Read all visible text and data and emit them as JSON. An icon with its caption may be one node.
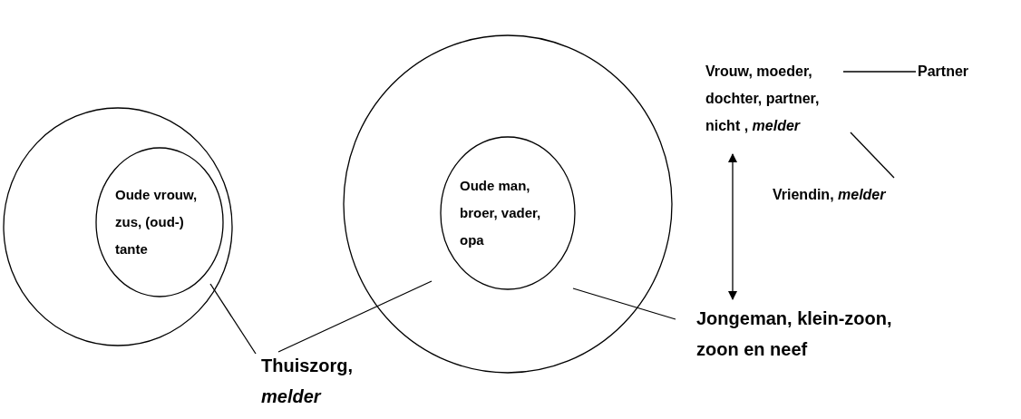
{
  "diagram": {
    "nodes": [
      {
        "text": [],
        "shape": "circle"
      },
      {
        "text": [
          "Oude vrouw, zus, (oud-) tante"
        ],
        "in": 0
      },
      {
        "text": [],
        "shape": "circle"
      },
      {
        "text": [
          "Oude man, broer, vader, opa"
        ],
        "in": 2
      },
      {
        "text": [
          "Vrouw, moeder, dochter, partner, nicht , *melder*"
        ]
      },
      {
        "text": [
          "Partner"
        ]
      },
      {
        "text": [
          "Vriendin, *melder*"
        ]
      },
      {
        "text": [
          "Thuiszorg, *melder*"
        ]
      },
      {
        "text": [
          "Jongeman, klein-zoon, zoon en neef"
        ]
      }
    ],
    "edges": [
      {
        "from": 7,
        "to": 0,
        "arrow": "none"
      },
      {
        "from": 7,
        "to": 2,
        "arrow": "none"
      },
      {
        "from": 8,
        "to": 2,
        "arrow": "none"
      },
      {
        "from": 4,
        "to": 8,
        "arrow": "both"
      },
      {
        "from": null,
        "to": 5,
        "arrow": "none"
      },
      {
        "from": 4,
        "to": 6,
        "arrow": "none"
      }
    ]
  }
}
